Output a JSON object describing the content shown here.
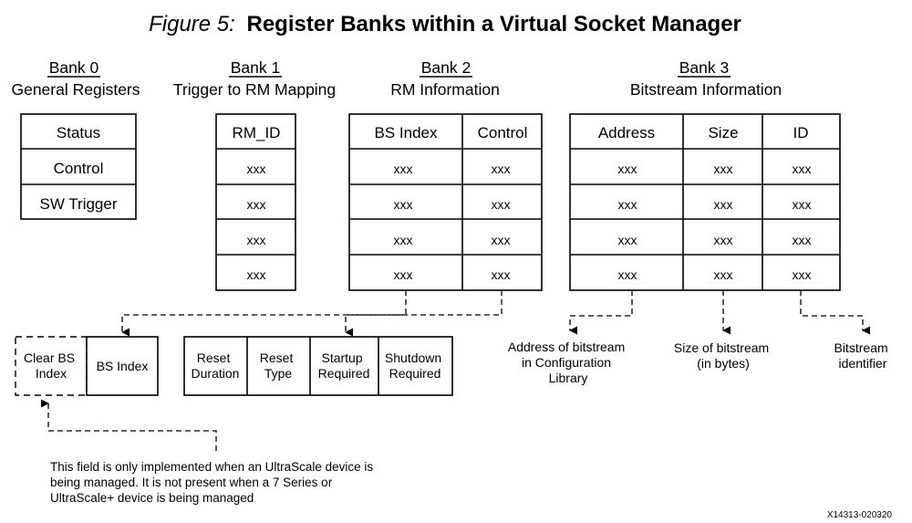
{
  "figure": {
    "label": "Figure 5:",
    "title": "Register Banks within a Virtual Socket Manager",
    "tag": "X14313-020320"
  },
  "banks": [
    {
      "name": "Bank 0",
      "subtitle": "General Registers",
      "rows": [
        "Status",
        "Control",
        "SW Trigger"
      ]
    },
    {
      "name": "Bank 1",
      "subtitle": "Trigger to RM Mapping",
      "columns": [
        "RM_ID"
      ],
      "rows": [
        [
          "xxx"
        ],
        [
          "xxx"
        ],
        [
          "xxx"
        ],
        [
          "xxx"
        ]
      ]
    },
    {
      "name": "Bank 2",
      "subtitle": "RM Information",
      "columns": [
        "BS Index",
        "Control"
      ],
      "rows": [
        [
          "xxx",
          "xxx"
        ],
        [
          "xxx",
          "xxx"
        ],
        [
          "xxx",
          "xxx"
        ],
        [
          "xxx",
          "xxx"
        ]
      ]
    },
    {
      "name": "Bank 3",
      "subtitle": "Bitstream Information",
      "columns": [
        "Address",
        "Size",
        "ID"
      ],
      "rows": [
        [
          "xxx",
          "xxx",
          "xxx"
        ],
        [
          "xxx",
          "xxx",
          "xxx"
        ],
        [
          "xxx",
          "xxx",
          "xxx"
        ],
        [
          "xxx",
          "xxx",
          "xxx"
        ]
      ]
    }
  ],
  "bs_index_fields": [
    {
      "lines": [
        "Clear BS",
        "Index"
      ],
      "optional": true
    },
    {
      "lines": [
        "BS Index"
      ],
      "optional": false
    }
  ],
  "control_fields": [
    {
      "lines": [
        "Reset",
        "Duration"
      ]
    },
    {
      "lines": [
        "Reset",
        "Type"
      ]
    },
    {
      "lines": [
        "Startup",
        "Required"
      ]
    },
    {
      "lines": [
        "Shutdown",
        "Required"
      ]
    }
  ],
  "bank3_descriptions": [
    {
      "lines": [
        "Address of bitstream",
        "in Configuration",
        "Library"
      ]
    },
    {
      "lines": [
        "Size of bitstream",
        "(in bytes)"
      ]
    },
    {
      "lines": [
        "Bitstream",
        "identifier"
      ]
    }
  ],
  "footnote": [
    "This field is only implemented when an UltraScale device is",
    "being managed.  It is not present when a 7 Series or",
    "UltraScale+ device is being managed"
  ]
}
